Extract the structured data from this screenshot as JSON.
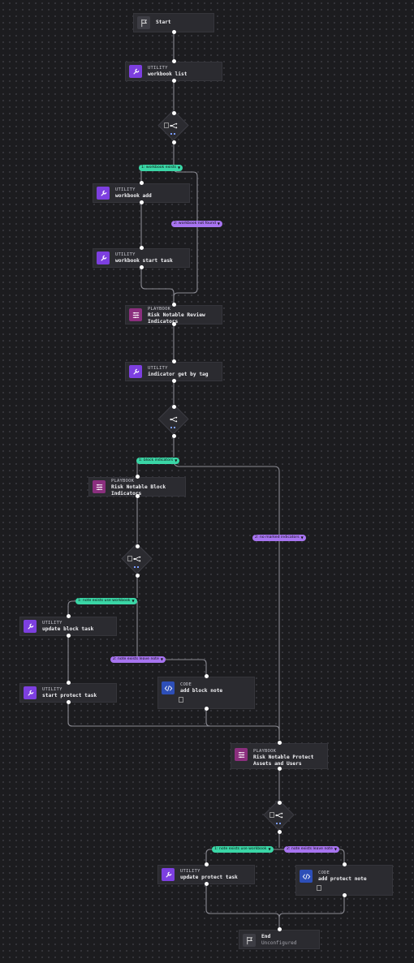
{
  "colors": {
    "utility": "#7d3fe0",
    "playbook": "#8b2f7e",
    "code": "#2d4fb8",
    "green_branch": "#3ad6a6",
    "purple_branch": "#a774f0",
    "edge": "#8a8a92"
  },
  "nodes": {
    "start": {
      "name": "Start",
      "icon": "flag-icon"
    },
    "workbook_list": {
      "type": "UTILITY",
      "name": "workbook list",
      "icon": "wrench-icon"
    },
    "workbook_add": {
      "type": "UTILITY",
      "name": "workbook add",
      "icon": "wrench-icon"
    },
    "workbook_start_task": {
      "type": "UTILITY",
      "name": "workbook start task",
      "icon": "wrench-icon"
    },
    "review_indicators": {
      "type": "PLAYBOOK",
      "name": "Risk Notable Review\nIndicators",
      "icon": "playbook-icon"
    },
    "indicator_get": {
      "type": "UTILITY",
      "name": "indicator get by tag",
      "icon": "wrench-icon"
    },
    "block_indicators": {
      "type": "PLAYBOOK",
      "name": "Risk Notable Block\nIndicators",
      "icon": "playbook-icon"
    },
    "update_block_task": {
      "type": "UTILITY",
      "name": "update block task",
      "icon": "wrench-icon"
    },
    "start_protect_task": {
      "type": "UTILITY",
      "name": "start protect task",
      "icon": "wrench-icon"
    },
    "add_block_note": {
      "type": "CODE",
      "name": "add block note",
      "icon": "code-icon"
    },
    "protect_assets": {
      "type": "PLAYBOOK",
      "name": "Risk Notable Protect\nAssets and Users",
      "icon": "playbook-icon"
    },
    "update_protect_task": {
      "type": "UTILITY",
      "name": "update protect task",
      "icon": "wrench-icon"
    },
    "add_protect_note": {
      "type": "CODE",
      "name": "add protect note",
      "icon": "code-icon"
    },
    "end": {
      "name": "End",
      "status": "Unconfigured",
      "icon": "flag-icon"
    }
  },
  "branches": {
    "workbook_exists": "1: workbook exists",
    "workbook_not_found": "2: workbook not found",
    "block_indicators": "1: block indicators",
    "no_marked_indicators": "2: no marked indicators",
    "note_exists_use_workbook_1": "1: note exists use workbook",
    "note_exists_leave_note_1": "2: note exists leave note",
    "note_exists_use_workbook_2": "1: note exists use workbook",
    "note_exists_leave_note_2": "2: note exists leave note"
  }
}
